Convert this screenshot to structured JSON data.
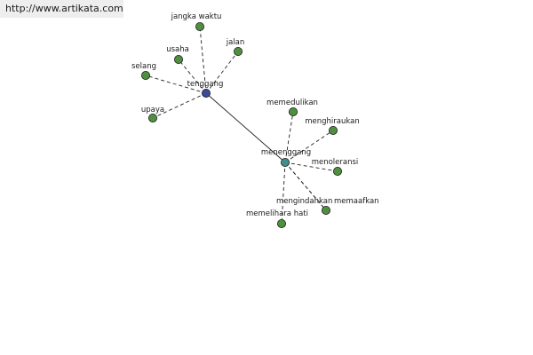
{
  "watermark": "http://www.artikata.com",
  "colors": {
    "hub_primary": "#3b4a9a",
    "hub_secondary": "#3f8f8a",
    "leaf": "#4f8f3f",
    "edge": "#222222"
  },
  "graph": {
    "hubs": [
      {
        "id": "tenggang",
        "label": "tenggang"
      },
      {
        "id": "menenggang",
        "label": "menenggang"
      }
    ],
    "leaves": [
      {
        "id": "jangka-waktu",
        "label": "jangka waktu",
        "hub": "tenggang"
      },
      {
        "id": "usaha",
        "label": "usaha",
        "hub": "tenggang"
      },
      {
        "id": "jalan",
        "label": "jalan",
        "hub": "tenggang"
      },
      {
        "id": "selang",
        "label": "selang",
        "hub": "tenggang"
      },
      {
        "id": "upaya",
        "label": "upaya",
        "hub": "tenggang"
      },
      {
        "id": "memedulikan",
        "label": "memedulikan",
        "hub": "menenggang"
      },
      {
        "id": "menghiraukan",
        "label": "menghiraukan",
        "hub": "menenggang"
      },
      {
        "id": "menoleransi",
        "label": "menoleransi",
        "hub": "menenggang"
      },
      {
        "id": "mengindahkan",
        "label": "mengindahkan",
        "hub": "menenggang"
      },
      {
        "id": "memaafkan",
        "label": "memaafkan",
        "hub": "menenggang"
      },
      {
        "id": "memelihara-hati",
        "label": "memelihara hati",
        "hub": "menenggang"
      }
    ]
  }
}
